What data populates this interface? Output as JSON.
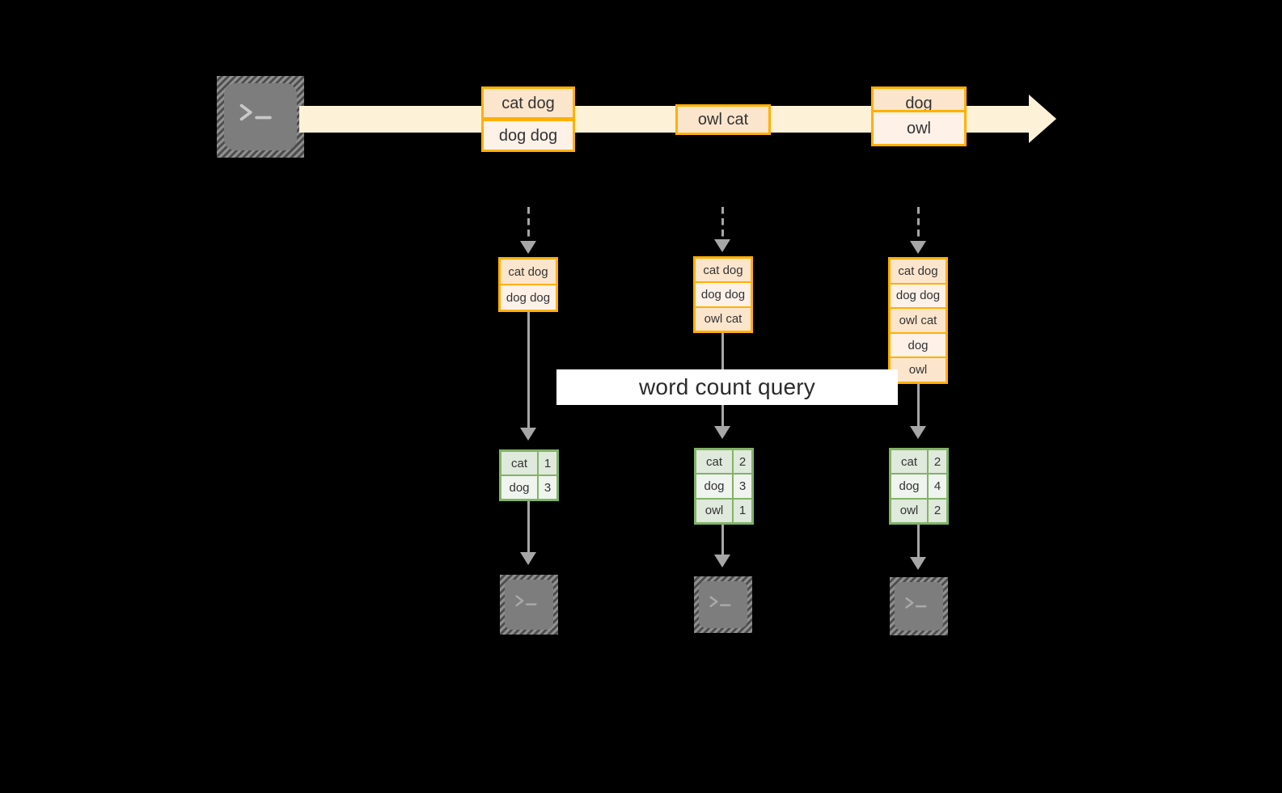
{
  "diagram": {
    "title": "word count query",
    "source_icon": "terminal-icon",
    "sink_icon": "terminal-icon",
    "colors": {
      "stream_fill": "#fdf2d8",
      "record_border": "#ffb000",
      "record_fill_dark": "#fce5cd",
      "record_fill_light": "#fdf1e8",
      "result_border": "#82b366",
      "result_fill_dark": "#dfe9dc",
      "result_fill_light": "#eff4ee",
      "connector": "#a6a6a6",
      "icon_fill": "#7d7d7d",
      "background": "#000000",
      "label_band": "#ffffff"
    }
  },
  "stream": {
    "groups": [
      {
        "name": "batch-1-records",
        "lines": [
          {
            "text": "cat dog",
            "shade": "dark"
          },
          {
            "text": "dog dog",
            "shade": "light"
          }
        ]
      },
      {
        "name": "batch-2-records",
        "lines": [
          {
            "text": "owl cat",
            "shade": "dark"
          }
        ]
      },
      {
        "name": "batch-3-records",
        "lines": [
          {
            "text": "dog",
            "shade": "dark"
          },
          {
            "text": "owl",
            "shade": "light"
          }
        ]
      }
    ]
  },
  "batches": [
    {
      "name": "batch-1",
      "input_rows": [
        {
          "text": "cat dog",
          "shade": "dark"
        },
        {
          "text": "dog dog",
          "shade": "light"
        }
      ],
      "result_rows": [
        {
          "word": "cat",
          "count": "1",
          "shade": "dark"
        },
        {
          "word": "dog",
          "count": "3",
          "shade": "light"
        }
      ]
    },
    {
      "name": "batch-2",
      "input_rows": [
        {
          "text": "cat dog",
          "shade": "dark"
        },
        {
          "text": "dog dog",
          "shade": "light"
        },
        {
          "text": "owl cat",
          "shade": "dark"
        }
      ],
      "result_rows": [
        {
          "word": "cat",
          "count": "2",
          "shade": "dark"
        },
        {
          "word": "dog",
          "count": "3",
          "shade": "light"
        },
        {
          "word": "owl",
          "count": "1",
          "shade": "dark"
        }
      ]
    },
    {
      "name": "batch-3",
      "input_rows": [
        {
          "text": "cat dog",
          "shade": "dark"
        },
        {
          "text": "dog dog",
          "shade": "light"
        },
        {
          "text": "owl cat",
          "shade": "dark"
        },
        {
          "text": "dog",
          "shade": "light"
        },
        {
          "text": "owl",
          "shade": "dark"
        }
      ],
      "result_rows": [
        {
          "word": "cat",
          "count": "2",
          "shade": "dark"
        },
        {
          "word": "dog",
          "count": "4",
          "shade": "light"
        },
        {
          "word": "owl",
          "count": "2",
          "shade": "dark"
        }
      ]
    }
  ]
}
